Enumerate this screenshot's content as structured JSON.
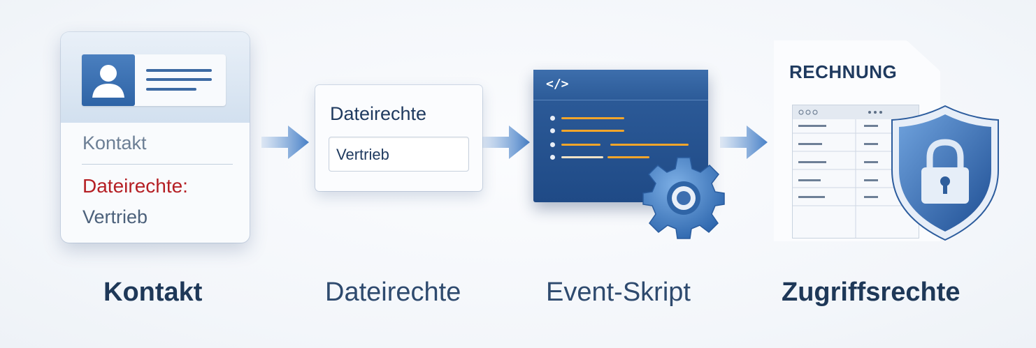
{
  "contact_card": {
    "kontakt": "Kontakt",
    "dateirechte_label": "Dateirechte:",
    "vertrieb": "Vertrieb"
  },
  "permission_card": {
    "title": "Dateirechte",
    "field_value": "Vertrieb"
  },
  "script_card": {
    "code_tag": "</>"
  },
  "invoice_card": {
    "title": "RECHNUNG"
  },
  "captions": {
    "step1": "Kontakt",
    "step2": "Dateirechte",
    "step3": "Event-Skript",
    "step4": "Zugriffsrechte"
  },
  "colors": {
    "navy": "#1f3a5f",
    "blue": "#2f64a6",
    "red": "#b51f24",
    "orange": "#f2a52a",
    "arrow": "#5a8fcf"
  },
  "icons": [
    "user-icon",
    "arrow-right-icon",
    "code-icon",
    "gear-icon",
    "shield-lock-icon"
  ]
}
